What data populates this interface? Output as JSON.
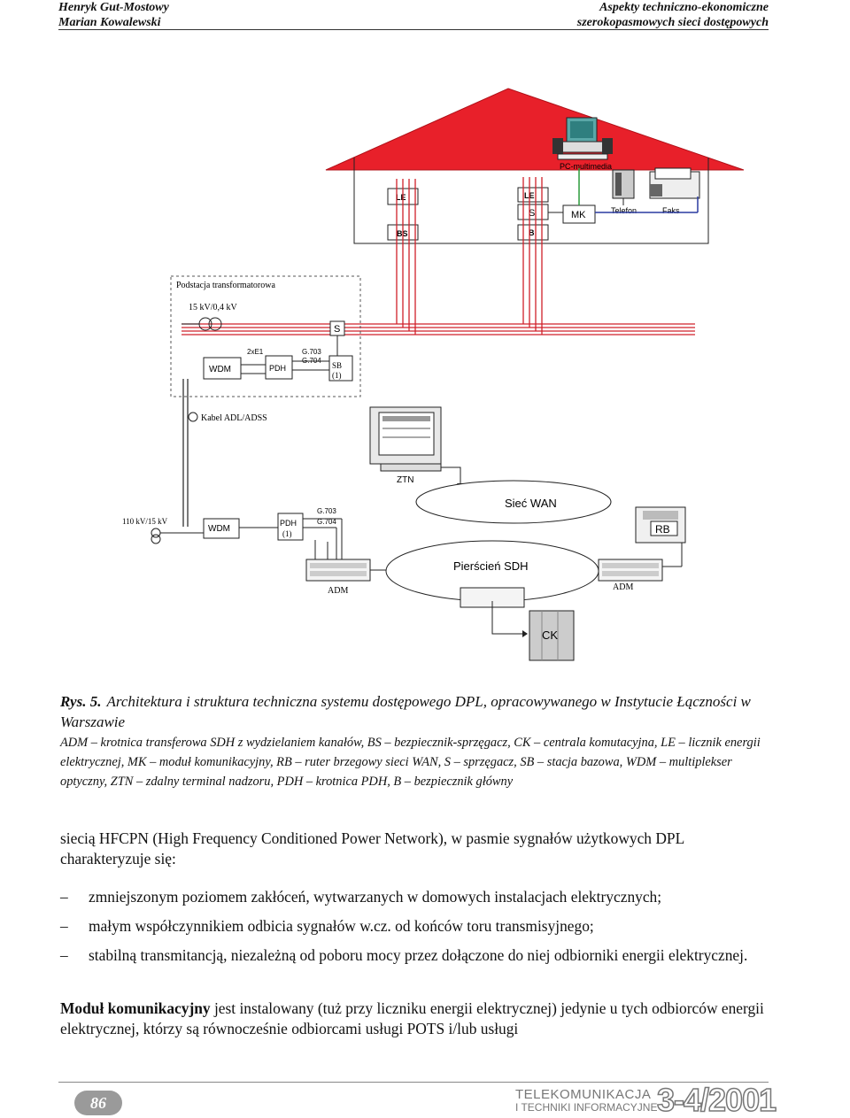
{
  "header": {
    "author_1": "Henryk Gut-Mostowy",
    "author_2": "Marian Kowalewski",
    "title_1": "Aspekty techniczno-ekonomiczne",
    "title_2": "szerokopasmowych sieci dostępowych"
  },
  "diagram": {
    "house": {
      "le_left": "LE",
      "bs": "BS",
      "le_right": "LE",
      "s": "S",
      "b": "B",
      "mk": "MK",
      "telefon": "Telefon",
      "faks": "Faks",
      "pc": "PC-multimedia"
    },
    "substation": {
      "title": "Podstacja transformatorowa",
      "voltage": "15 kV/0,4 kV",
      "s": "S",
      "wdm": "WDM",
      "e1": "2xE1",
      "pdh": "PDH",
      "g703": "G.703",
      "g704": "G.704",
      "sb": "SB",
      "sb_num": "(1)"
    },
    "cable": "Kabel ADL/ADSS",
    "ztn": "ZTN",
    "hv": "110 kV/15 kV",
    "wdm2": "WDM",
    "pdh2": "PDH",
    "pdh2_num": "(1)",
    "g703b": "G.703",
    "g704b": "G.704",
    "wan": "Sieć WAN",
    "rb": "RB",
    "ring": "Pierścień SDH",
    "adm_left": "ADM",
    "adm_right": "ADM",
    "ck": "CK"
  },
  "caption": {
    "fig": "Rys. 5.",
    "title": "Architektura i struktura techniczna systemu dostępowego DPL, opracowywanego w Instytucie Łączności w Warszawie",
    "legend": "ADM – krotnica transferowa SDH z wydzielaniem kanałów, BS – bezpiecznik-sprzęgacz, CK – centrala komutacyjna, LE – licznik energii elektrycznej, MK – moduł komunikacyjny, RB – ruter brzegowy sieci WAN, S – sprzęgacz, SB – stacja bazowa, WDM – multiplekser optyczny, ZTN – zdalny terminal nadzoru, PDH – krotnica PDH, B – bezpiecznik główny"
  },
  "body": {
    "p1": "siecią HFCPN (High Frequency Conditioned Power Network), w pasmie sygnałów użytkowych DPL charakteryzuje się:",
    "bullets": [
      "zmniejszonym poziomem zakłóceń, wytwarzanych w domowych instalacjach elektrycznych;",
      "małym współczynnikiem odbicia sygnałów w.cz. od końców toru transmisyjnego;",
      "stabilną transmitancją, niezależną od poboru mocy przez dołączone do niej odbiorniki energii elektrycznej."
    ],
    "bullet_dash": "–",
    "p2_bold": "Moduł komunikacyjny",
    "p2_rest": " jest instalowany (tuż przy liczniku energii elektrycznej) jedynie u tych odbiorców energii elektrycznej, którzy są równocześnie odbiorcami usługi POTS i/lub usługi"
  },
  "footer": {
    "page": "86",
    "magazine_1": "TELEKOMUNIKACJA",
    "magazine_2": "I TECHNIKI INFORMACYJNE",
    "issue": "3-4/2001"
  },
  "colors": {
    "power_line": "#d0202a",
    "roof": "#e8202a",
    "signal_green": "#2a9a3a",
    "signal_blue": "#2a3aa0"
  }
}
